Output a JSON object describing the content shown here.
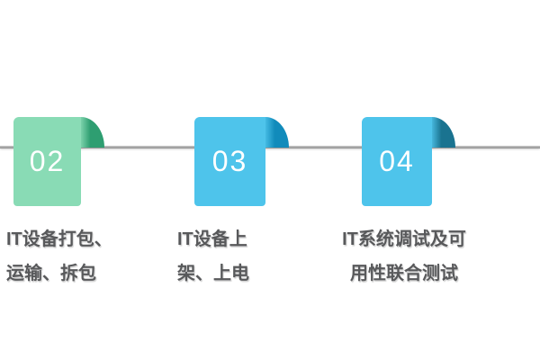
{
  "diagram": {
    "line_color": "#8E8E8E",
    "number_color": "#FFFFFF",
    "label_color": "#58595B",
    "steps": [
      {
        "number": "02",
        "label_line1": "IT设备打包、",
        "label_line2": "运输、拆包",
        "body_color": "#89DBB5",
        "fold_color": "#2E9E71"
      },
      {
        "number": "03",
        "label_line1": "IT设备上",
        "label_line2": "架、上电",
        "body_color": "#4EC4EB",
        "fold_color": "#118BBB"
      },
      {
        "number": "04",
        "label_line1": "IT系统调试及可",
        "label_line2": "用性联合测试",
        "body_color": "#4EC4EB",
        "fold_color": "#1A7390"
      }
    ]
  }
}
